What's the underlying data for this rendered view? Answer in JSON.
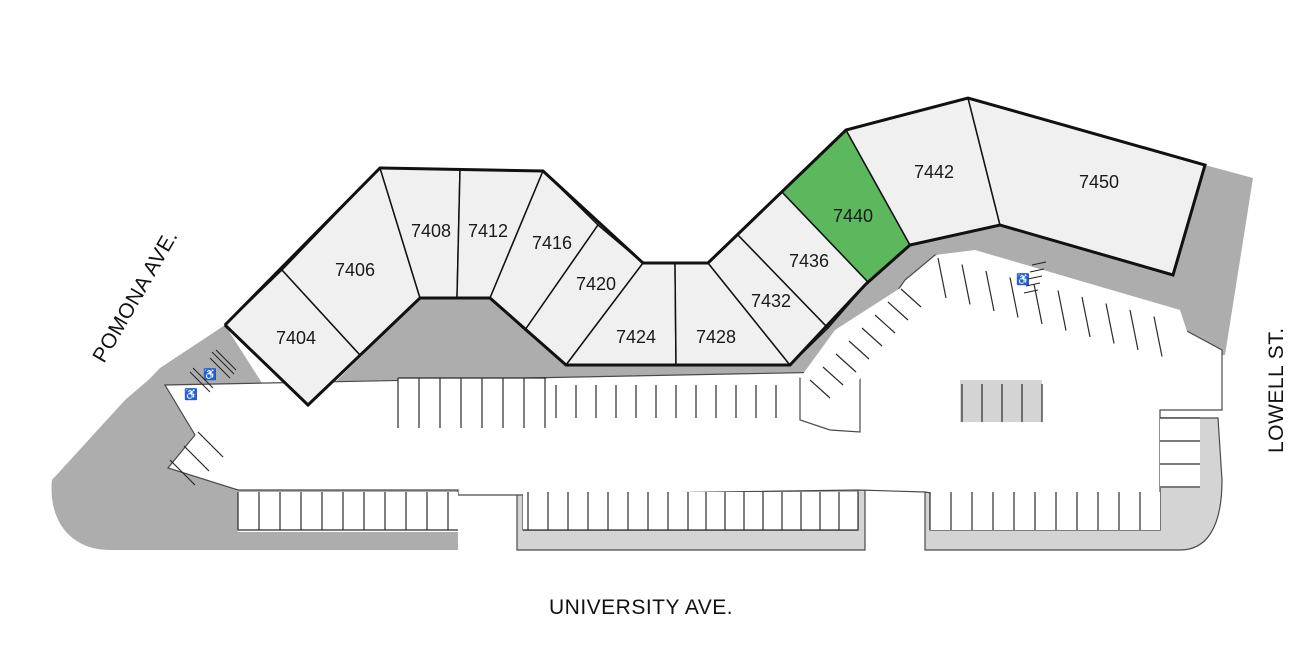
{
  "colors": {
    "building_fill": "#f0f0f0",
    "highlight_fill": "#5cb85c",
    "parking_dark": "#adadad",
    "parking_light": "#d4d4d4",
    "drive": "#ffffff"
  },
  "streets": {
    "pomona": "POMONA AVE.",
    "university": "UNIVERSITY AVE.",
    "lowell": "LOWELL ST."
  },
  "units": [
    {
      "id": "7404",
      "label": "7404",
      "highlighted": false
    },
    {
      "id": "7406",
      "label": "7406",
      "highlighted": false
    },
    {
      "id": "7408",
      "label": "7408",
      "highlighted": false
    },
    {
      "id": "7412",
      "label": "7412",
      "highlighted": false
    },
    {
      "id": "7416",
      "label": "7416",
      "highlighted": false
    },
    {
      "id": "7420",
      "label": "7420",
      "highlighted": false
    },
    {
      "id": "7424",
      "label": "7424",
      "highlighted": false
    },
    {
      "id": "7428",
      "label": "7428",
      "highlighted": false
    },
    {
      "id": "7432",
      "label": "7432",
      "highlighted": false
    },
    {
      "id": "7436",
      "label": "7436",
      "highlighted": false
    },
    {
      "id": "7440",
      "label": "7440",
      "highlighted": true
    },
    {
      "id": "7442",
      "label": "7442",
      "highlighted": false
    },
    {
      "id": "7450",
      "label": "7450",
      "highlighted": false
    }
  ],
  "icons": [
    "accessible-parking-icon"
  ]
}
